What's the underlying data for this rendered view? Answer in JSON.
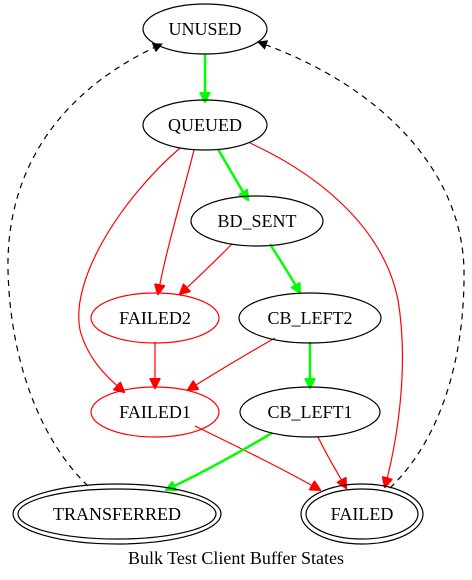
{
  "graph": {
    "title": "Bulk Test Client Buffer States"
  },
  "colors": {
    "normal": "#000000",
    "failure": "#ff0000",
    "success": "#00ff00",
    "background": "#ffffff"
  },
  "nodes": {
    "unused": "UNUSED",
    "queued": "QUEUED",
    "bd_sent": "BD_SENT",
    "failed2": "FAILED2",
    "cb_left2": "CB_LEFT2",
    "failed1": "FAILED1",
    "cb_left1": "CB_LEFT1",
    "transferred": "TRANSFERRED",
    "failed": "FAILED"
  },
  "edges": [
    {
      "from": "UNUSED",
      "to": "QUEUED",
      "style": "success"
    },
    {
      "from": "QUEUED",
      "to": "BD_SENT",
      "style": "success"
    },
    {
      "from": "QUEUED",
      "to": "FAILED2",
      "style": "failure"
    },
    {
      "from": "QUEUED",
      "to": "FAILED1",
      "style": "failure"
    },
    {
      "from": "QUEUED",
      "to": "FAILED",
      "style": "failure"
    },
    {
      "from": "BD_SENT",
      "to": "FAILED2",
      "style": "failure"
    },
    {
      "from": "BD_SENT",
      "to": "CB_LEFT2",
      "style": "success"
    },
    {
      "from": "FAILED2",
      "to": "FAILED1",
      "style": "failure"
    },
    {
      "from": "CB_LEFT2",
      "to": "FAILED1",
      "style": "failure"
    },
    {
      "from": "CB_LEFT2",
      "to": "CB_LEFT1",
      "style": "success"
    },
    {
      "from": "FAILED1",
      "to": "FAILED",
      "style": "failure"
    },
    {
      "from": "CB_LEFT1",
      "to": "TRANSFERRED",
      "style": "success"
    },
    {
      "from": "CB_LEFT1",
      "to": "FAILED",
      "style": "failure"
    },
    {
      "from": "TRANSFERRED",
      "to": "UNUSED",
      "style": "dashed"
    },
    {
      "from": "FAILED",
      "to": "UNUSED",
      "style": "dashed"
    }
  ]
}
